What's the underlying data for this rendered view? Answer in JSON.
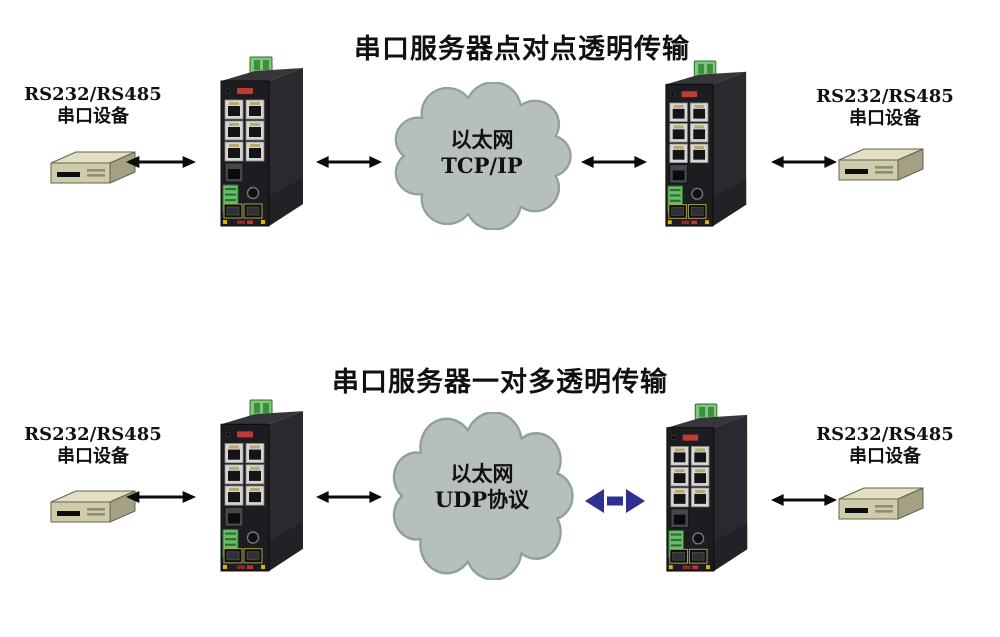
{
  "colors": {
    "background": "#ffffff",
    "title_text": "#111111",
    "label_text": "#111111",
    "cloud_fill": "#b6bfbc",
    "cloud_stroke": "#8fa19c",
    "arrow_black": "#0b0b0b",
    "arrow_blue": "#2e3192",
    "device_body": "#cecca9",
    "server_body": "#1d1d21",
    "connector_green": "#7dc87d"
  },
  "icons": {
    "serial_server": "industrial-serial-server-icon",
    "serial_device": "serial-device-box-icon",
    "cloud": "ethernet-cloud-shape",
    "black_arrow": "bidirectional-arrow-icon",
    "blue_arrow": "bidirectional-arrow-blue-icon"
  },
  "diagrams": [
    {
      "title": "串口服务器点对点透明传输",
      "cloud_label": {
        "line1": "以太网",
        "line2": "TCP/IP"
      },
      "left_device_label": {
        "line1": "RS232/RS485",
        "line2": "串口设备"
      },
      "right_device_label": {
        "line1": "RS232/RS485",
        "line2": "串口设备"
      }
    },
    {
      "title": "串口服务器一对多透明传输",
      "cloud_label": {
        "line1": "以太网",
        "line2": "UDP协议"
      },
      "left_device_label": {
        "line1": "RS232/RS485",
        "line2": "串口设备"
      },
      "right_device_label": {
        "line1": "RS232/RS485",
        "line2": "串口设备"
      }
    }
  ]
}
